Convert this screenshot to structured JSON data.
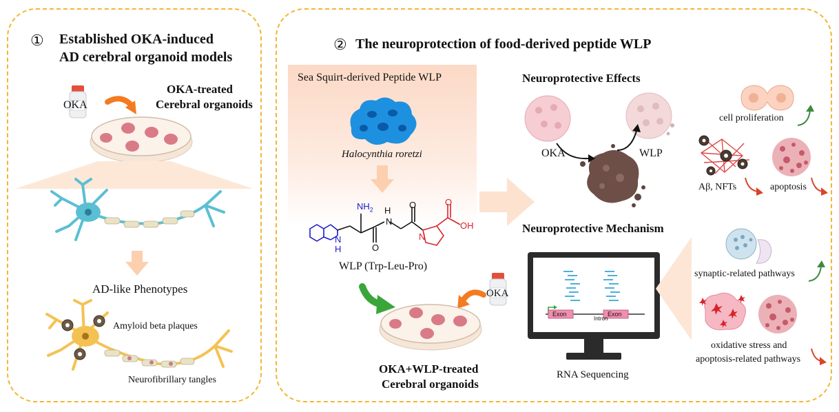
{
  "panel1": {
    "number": "①",
    "title_line1": "Established OKA-induced",
    "title_line2": "AD cerebral organoid models",
    "oka_label": "OKA",
    "treated_line1": "OKA-treated",
    "treated_line2": "Cerebral organoids",
    "phenotypes_label": "AD-like Phenotypes",
    "amyloid_label": "Amyloid beta plaques",
    "tangles_label": "Neurofibrillary tangles"
  },
  "panel2": {
    "number": "②",
    "title": "The neuroprotection of  food-derived peptide WLP",
    "source_label": "Sea Squirt-derived Peptide WLP",
    "species_label": "Halocynthia roretzi",
    "molecule": {
      "nh2": "NH",
      "nh2_sub": "2",
      "h_top": "H",
      "n_top": "N",
      "o_top": "O",
      "o_right": "O",
      "oh": "OH",
      "nh_indole": "N",
      "h_indole": "H",
      "o_bottom": "O",
      "n_ring": "N"
    },
    "wlp_label": "WLP (Trp-Leu-Pro)",
    "oka_label": "OKA",
    "wlp_treated_line1": "OKA+WLP-treated",
    "wlp_treated_line2": "Cerebral organoids",
    "effects_title": "Neuroprotective Effects",
    "effects_oka": "OKA",
    "effects_wlp": "WLP",
    "cell_proliferation": "cell proliferation",
    "abeta_nfts": "Aβ, NFTs",
    "apoptosis": "apoptosis",
    "mechanism_title": "Neuroprotective Mechanism",
    "exon1": "Exon",
    "intron": "Intron",
    "exon2": "Exon",
    "rna_seq_label": "RNA Sequencing",
    "synaptic_label": "synaptic-related pathways",
    "oxidative_line1": "oxidative stress and",
    "oxidative_line2": "apoptosis-related pathways"
  },
  "colors": {
    "panel_border": "#f2b632",
    "arrow_orange": "#f47b20",
    "arrow_green": "#3aa63a",
    "trend_red": "#d8452b",
    "trend_green": "#3f8a3f",
    "molecule_blue": "#1c1cc8",
    "molecule_red": "#d8232a",
    "exon_pink": "#f18fb0",
    "organoid_pink": "#d97b86",
    "neuron_blue": "#5bbfd3",
    "neuron_yellow": "#f4c253"
  }
}
